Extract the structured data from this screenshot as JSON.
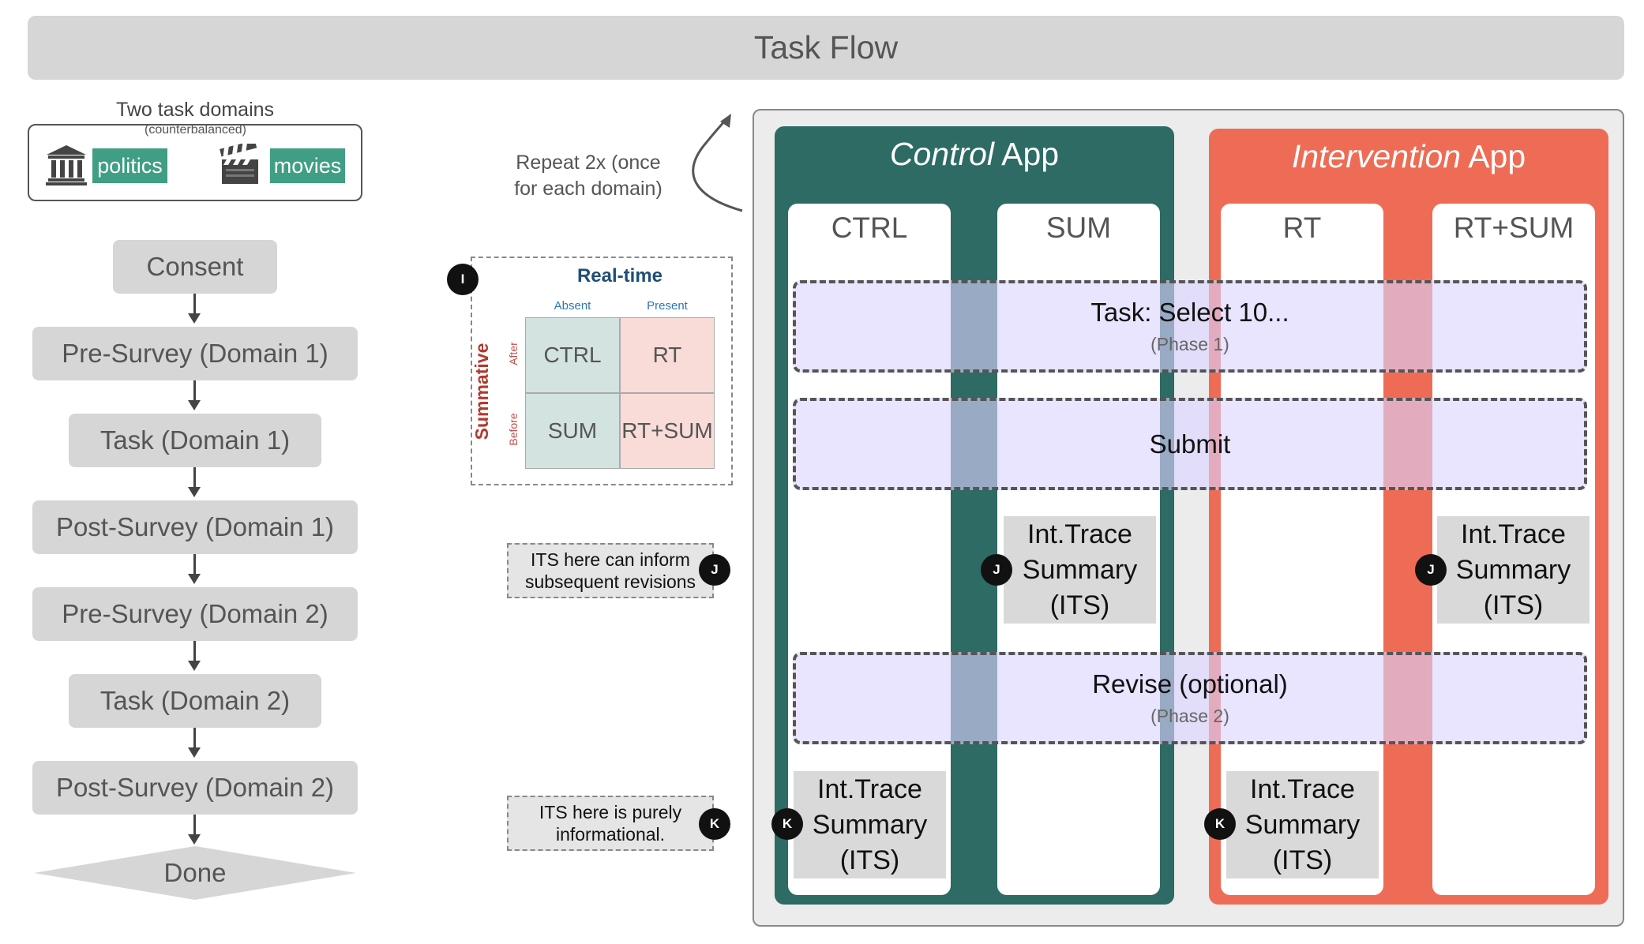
{
  "header": {
    "title": "Task Flow"
  },
  "domains": {
    "title": "Two task domains",
    "subtitle": "(counterbalanced)",
    "items": [
      {
        "label": "politics",
        "icon": "columns-building-icon"
      },
      {
        "label": "movies",
        "icon": "clapperboard-icon"
      }
    ]
  },
  "flow": {
    "steps": [
      "Consent",
      "Pre-Survey (Domain 1)",
      "Task (Domain 1)",
      "Post-Survey (Domain 1)",
      "Pre-Survey (Domain 2)",
      "Task (Domain 2)",
      "Post-Survey (Domain 2)"
    ],
    "end": "Done"
  },
  "repeat": {
    "line1": "Repeat 2x (once",
    "line2": "for each domain)"
  },
  "matrix": {
    "badge": "I",
    "col_title": "Real-time",
    "col_labels": [
      "Absent",
      "Present"
    ],
    "row_title": "Summative",
    "row_labels": [
      "After",
      "Before"
    ],
    "cells": [
      "CTRL",
      "RT",
      "SUM",
      "RT+SUM"
    ]
  },
  "notes": {
    "j": {
      "badge": "J",
      "line1": "ITS here can inform",
      "line2": "subsequent revisions"
    },
    "k": {
      "badge": "K",
      "line1": "ITS here is purely",
      "line2": "informational."
    }
  },
  "apps": {
    "control": {
      "title_em": "Control",
      "title_rest": " App",
      "columns": [
        "CTRL",
        "SUM"
      ]
    },
    "intervention": {
      "title_em": "Intervention",
      "title_rest": " App",
      "columns": [
        "RT",
        "RT+SUM"
      ]
    }
  },
  "bands": {
    "task": {
      "label": "Task: Select 10...",
      "sub": "(Phase 1)"
    },
    "submit": {
      "label": "Submit"
    },
    "revise": {
      "label": "Revise (optional)",
      "sub": "(Phase 2)"
    }
  },
  "its": {
    "line1": "Int.Trace",
    "line2": "Summary",
    "line3": "(ITS)"
  },
  "colors": {
    "control": "#2d6b64",
    "intervention": "#ee6c55",
    "tag": "#3f9e84",
    "band": "#dcd4ff",
    "flow": "#d6d6d6",
    "matrix_title": "#1f4e79",
    "matrix_row": "#b03a2e"
  }
}
